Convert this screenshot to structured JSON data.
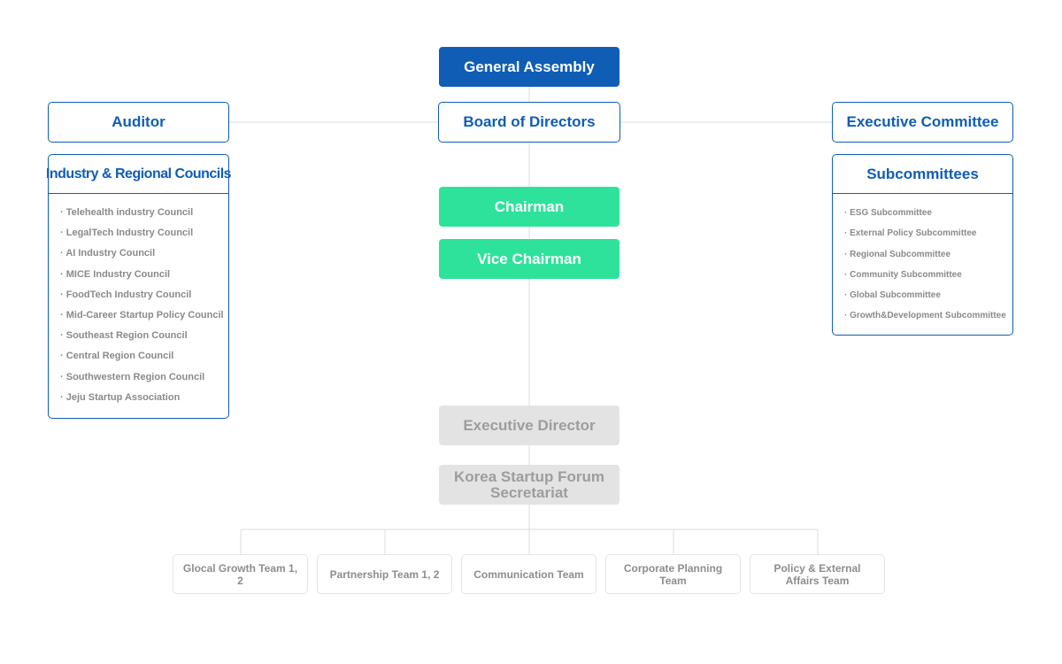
{
  "org": {
    "general_assembly": "General Assembly",
    "board_of_directors": "Board of Directors",
    "auditor": "Auditor",
    "executive_committee": "Executive Committee",
    "chairman": "Chairman",
    "vice_chairman": "Vice Chairman",
    "executive_director": "Executive Director",
    "secretariat": "Korea Startup Forum Secretariat"
  },
  "councils": {
    "title": "Industry & Regional Councils",
    "items": [
      "Telehealth industry Council",
      "LegalTech Industry Council",
      "AI Industry Council",
      "MICE Industry Council",
      "FoodTech Industry Council",
      "Mid-Career Startup Policy Council",
      "Southeast Region Council",
      "Central Region Council",
      "Southwestern Region Council",
      "Jeju Startup Association"
    ]
  },
  "subcommittees": {
    "title": "Subcommittees",
    "items": [
      "ESG Subcommittee",
      "External Policy Subcommittee",
      "Regional Subcommittee",
      "Community Subcommittee",
      "Global Subcommittee",
      "Growth&Development Subcommittee"
    ]
  },
  "teams": [
    "Glocal Growth Team 1, 2",
    "Partnership Team 1, 2",
    "Communication Team",
    "Corporate Planning Team",
    "Policy & External Affairs Team"
  ],
  "colors": {
    "blue": "#0f5db5",
    "green": "#2ee29b",
    "gray_fill": "#e3e3e3",
    "gray_text": "#9d9d9d",
    "connector": "#dcdcdc"
  }
}
